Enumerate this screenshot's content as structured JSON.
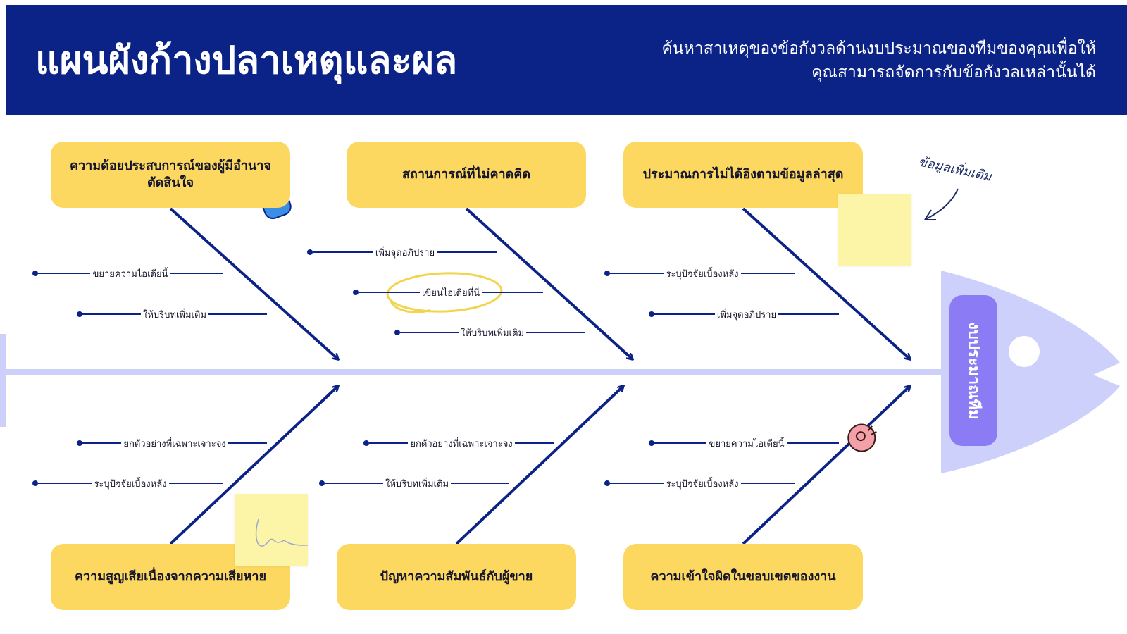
{
  "header": {
    "title": "แผนผังก้างปลาเหตุและผล",
    "subtitle": "ค้นหาสาเหตุของข้อกังวลด้านงบประมาณของทีมของคุณเพื่อให้คุณสามารถจัดการกับข้อกังวลเหล่านั้นได้"
  },
  "effect": {
    "label": "งบประมาณทีม"
  },
  "annotation": {
    "text": "ข้อมูลเพิ่มเติม"
  },
  "categories": {
    "top_left": "ความด้อยประสบการณ์ของผู้มีอำนาจตัดสินใจ",
    "top_middle": "สถานการณ์ที่ไม่คาดคิด",
    "top_right": "ประมาณการไม่ได้อิงตามข้อมูลล่าสุด",
    "bottom_left": "ความสูญเสียเนื่องจากความเสียหาย",
    "bottom_middle": "ปัญหาความสัมพันธ์กับผู้ขาย",
    "bottom_right": "ความเข้าใจผิดในขอบเขตของงาน"
  },
  "subcauses": {
    "tl_1": "ขยายความไอเดียนี้",
    "tl_2": "ให้บริบทเพิ่มเติม",
    "tm_1": "เพิ่มจุดอภิปราย",
    "tm_2": "เขียนไอเดียที่นี่",
    "tm_3": "ให้บริบทเพิ่มเติม",
    "tr_1": "ระบุปัจจัยเบื้องหลัง",
    "tr_2": "เพิ่มจุดอภิปราย",
    "bl_1": "ยกตัวอย่างที่เฉพาะเจาะจง",
    "bl_2": "ระบุปัจจัยเบื้องหลัง",
    "bm_1": "ยกตัวอย่างที่เฉพาะเจาะจง",
    "bm_2": "ให้บริบทเพิ่มเติม",
    "br_1": "ขยายความไอเดียนี้",
    "br_2": "ระบุปัจจัยเบื้องหลัง"
  },
  "colors": {
    "header_bg": "#0b2287",
    "category_bg": "#fcd861",
    "effect_bg": "#8b7cf5",
    "fish_body": "#cdd0fb",
    "arrow": "#0b2287",
    "sticky_note": "#fcf5a8",
    "highlight_circle": "#f2d54e"
  },
  "icons": [
    "waving-hand-sticker",
    "ok-hand-sticker",
    "signature-scribble",
    "curved-arrow-icon"
  ]
}
